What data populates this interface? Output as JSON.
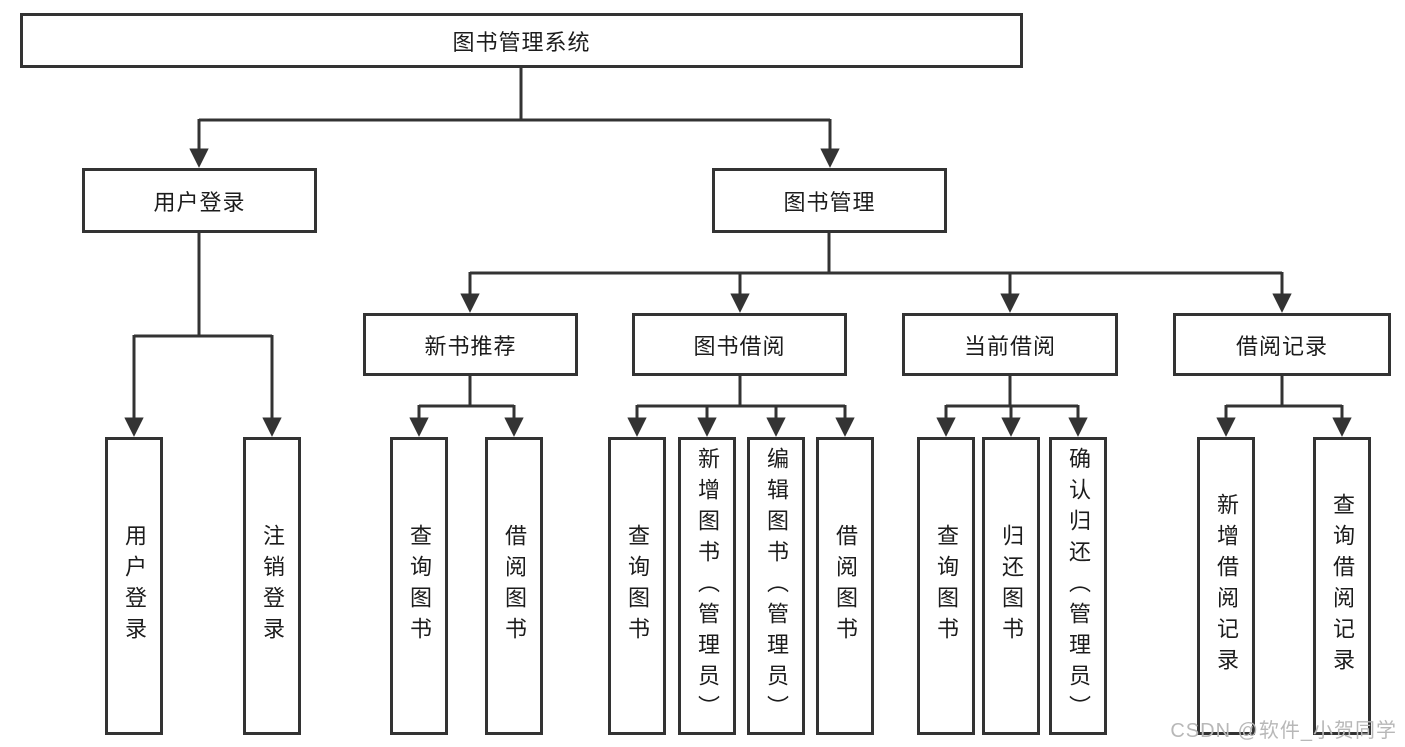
{
  "watermark": {
    "text": "CSDN @软件_小贺同学"
  },
  "colors": {
    "line": "#333333",
    "text": "#1c1c1c",
    "watermark": "#b8b8b8",
    "background": "#ffffff"
  },
  "tree": {
    "label": "图书管理系统",
    "children": [
      {
        "label": "用户登录",
        "children": [
          {
            "label": "用户登录"
          },
          {
            "label": "注销登录"
          }
        ]
      },
      {
        "label": "图书管理",
        "children": [
          {
            "label": "新书推荐",
            "children": [
              {
                "label": "查询图书"
              },
              {
                "label": "借阅图书"
              }
            ]
          },
          {
            "label": "图书借阅",
            "children": [
              {
                "label": "查询图书"
              },
              {
                "label": "新增图书（管理员）"
              },
              {
                "label": "编辑图书（管理员）"
              },
              {
                "label": "借阅图书"
              }
            ]
          },
          {
            "label": "当前借阅",
            "children": [
              {
                "label": "查询图书"
              },
              {
                "label": "归还图书"
              },
              {
                "label": "确认归还（管理员）"
              }
            ]
          },
          {
            "label": "借阅记录",
            "children": [
              {
                "label": "新增借阅记录"
              },
              {
                "label": "查询借阅记录"
              }
            ]
          }
        ]
      }
    ]
  }
}
